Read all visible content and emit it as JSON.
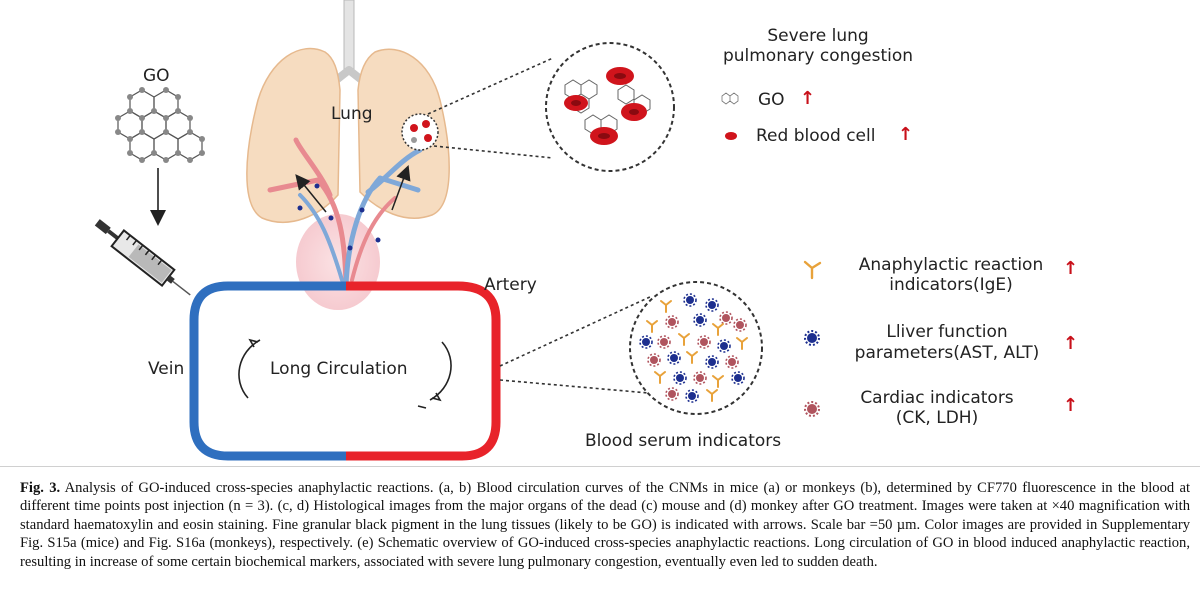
{
  "figure": {
    "labels": {
      "go": "GO",
      "lung": "Lung",
      "artery": "Artery",
      "vein": "Vein",
      "long_circulation": "Long Circulation",
      "severe_line1": "Severe lung",
      "severe_line2": "pulmonary congestion",
      "legend_go": "GO",
      "legend_rbc": "Red blood cell",
      "anaphylactic_line1": "Anaphylactic reaction",
      "anaphylactic_line2": "indicators(IgE)",
      "liver_line1": "Lliver function",
      "liver_line2": "parameters(AST, ALT)",
      "cardiac_line1": "Cardiac indicators",
      "cardiac_line2": "(CK, LDH)",
      "serum": "Blood serum indicators",
      "up_arrow": "↑"
    },
    "colors": {
      "artery": "#e8232a",
      "vein": "#2f6fbf",
      "lung_fill": "#f6dcc0",
      "rbc": "#d0141c",
      "ige": "#e8a23a",
      "liver": "#1d2f8f",
      "cardiac": "#b0545e",
      "up_arrow": "#c8101a"
    }
  },
  "caption": {
    "label": "Fig. 3.",
    "text": " Analysis of GO-induced cross-species anaphylactic reactions. (a, b) Blood circulation curves of the CNMs in mice (a) or monkeys (b), determined by CF770 fluorescence in the blood at different time points post injection (n = 3). (c, d) Histological images from the major organs of the dead (c) mouse and (d) monkey after GO treatment. Images were taken at ×40 magnification with standard haematoxylin and eosin staining. Fine granular black pigment in the lung tissues (likely to be GO) is indicated with arrows. Scale bar =50 µm. Color images are provided in Supplementary Fig. S15a (mice) and Fig. S16a (monkeys), respectively. (e) Schematic overview of GO-induced cross-species anaphylactic reactions. Long circulation of GO in blood induced anaphylactic reaction, resulting in increase of some certain biochemical markers, associated with severe lung pulmonary congestion, eventually even led to sudden death."
  }
}
